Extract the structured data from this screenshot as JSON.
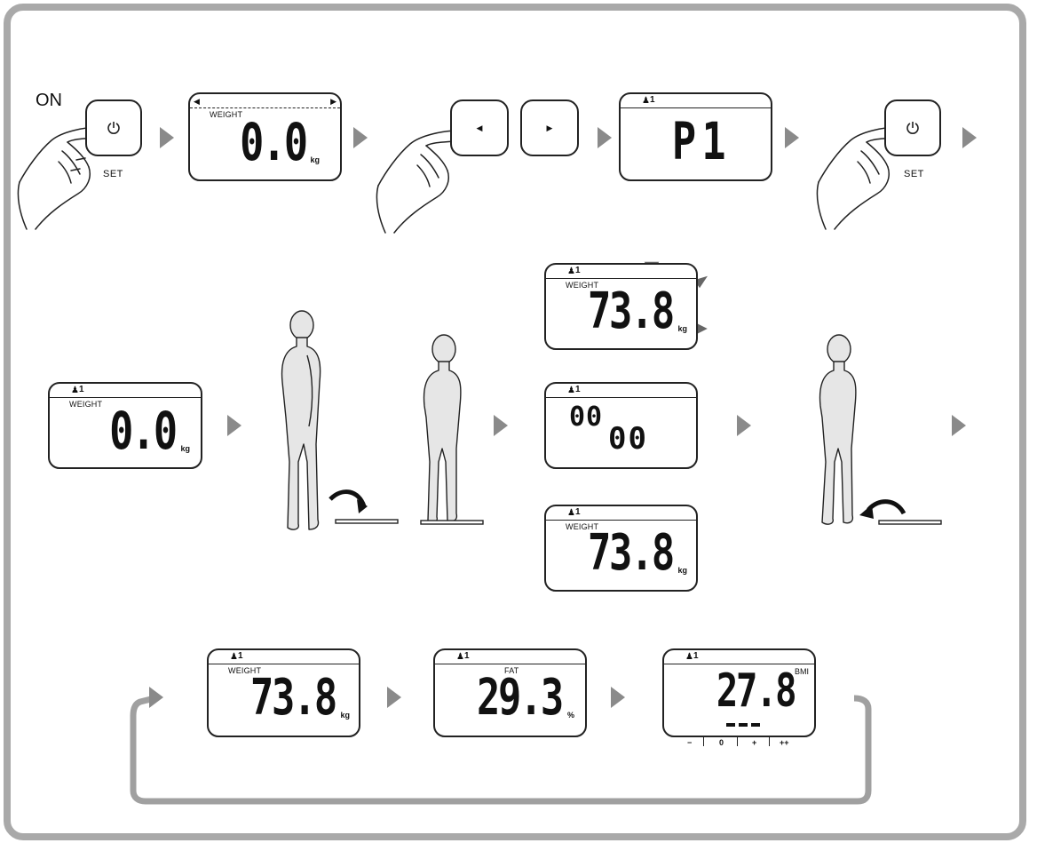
{
  "top_row": {
    "on_label": "ON",
    "set_label_1": "SET",
    "set_label_2": "SET",
    "display_1": {
      "label": "WEIGHT",
      "value": "0.0",
      "unit": "kg"
    },
    "display_2": {
      "user": "1",
      "value": "P1"
    }
  },
  "middle_row": {
    "display_start": {
      "user": "1",
      "label": "WEIGHT",
      "value": "0.0",
      "unit": "kg"
    },
    "display_flash": {
      "user": "1",
      "label": "WEIGHT",
      "value": "73.8",
      "unit": "kg"
    },
    "display_measuring": {
      "user": "1",
      "value_a": "00",
      "value_b": "00"
    },
    "display_result": {
      "user": "1",
      "label": "WEIGHT",
      "value": "73.8",
      "unit": "kg"
    }
  },
  "bottom_row": {
    "display_weight": {
      "user": "1",
      "label": "WEIGHT",
      "value": "73.8",
      "unit": "kg"
    },
    "display_fat": {
      "user": "1",
      "label": "FAT",
      "value": "29.3",
      "unit": "%"
    },
    "display_bmi": {
      "user": "1",
      "label": "BMI",
      "value": "27.8",
      "scale": [
        "−",
        "0",
        "+",
        "++"
      ]
    }
  },
  "colors": {
    "frame": "#a9a9a9",
    "arrow": "#8a8a8a",
    "body_fill": "#e6e6e6"
  }
}
